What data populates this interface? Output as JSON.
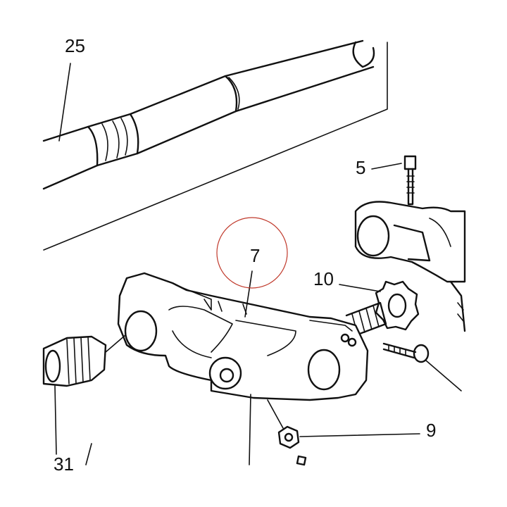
{
  "diagram": {
    "labels": {
      "l25": "25",
      "l5": "5",
      "l7": "7",
      "l10": "10",
      "l9": "9",
      "l31": "31"
    },
    "colors": {
      "ink": "#111111",
      "highlight_circle": "#c0392b",
      "background": "#ffffff"
    }
  }
}
